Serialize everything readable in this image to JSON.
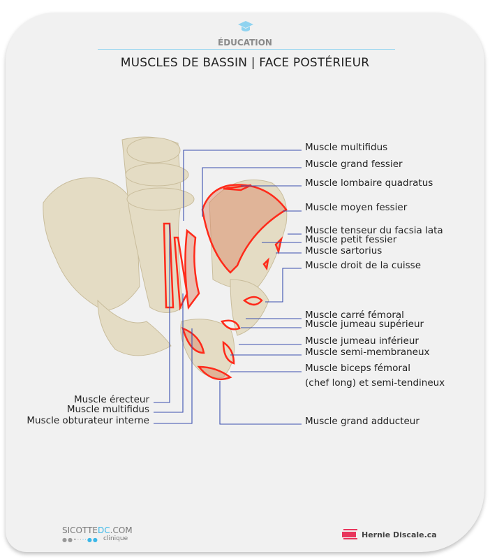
{
  "header": {
    "category": "ÉDUCATION",
    "title": "MUSCLES DE BASSIN | FACE POSTÉRIEUR"
  },
  "labels_right": [
    "Muscle multifidus",
    "Muscle grand fessier",
    "Muscle lombaire quadratus",
    "Muscle moyen fessier",
    "Muscle tenseur du facsia lata",
    "Muscle  petit fessier",
    "Muscle sartorius",
    "Muscle droit de la cuisse",
    "Muscle carré fémoral",
    "Muscle jumeau supérieur",
    "Muscle jumeau inférieur",
    "Muscle semi-membraneux",
    "Muscle biceps fémoral",
    "(chef long) et semi-tendineux",
    "Muscle grand adducteur"
  ],
  "labels_left": [
    "Muscle érecteur",
    "Muscle multifidus",
    "Muscle obturateur interne"
  ],
  "footer": {
    "sicotte_a": "SICOTTE",
    "sicotte_b": "DC",
    "sicotte_c": ".COM",
    "clinique": "clinique",
    "hernie": "Hernie Discale.ca"
  },
  "colors": {
    "accent": "#8fd3f0",
    "muscle": "#ff2a1a",
    "leader": "#3a4fb0",
    "bone": "#e4dcc4"
  }
}
